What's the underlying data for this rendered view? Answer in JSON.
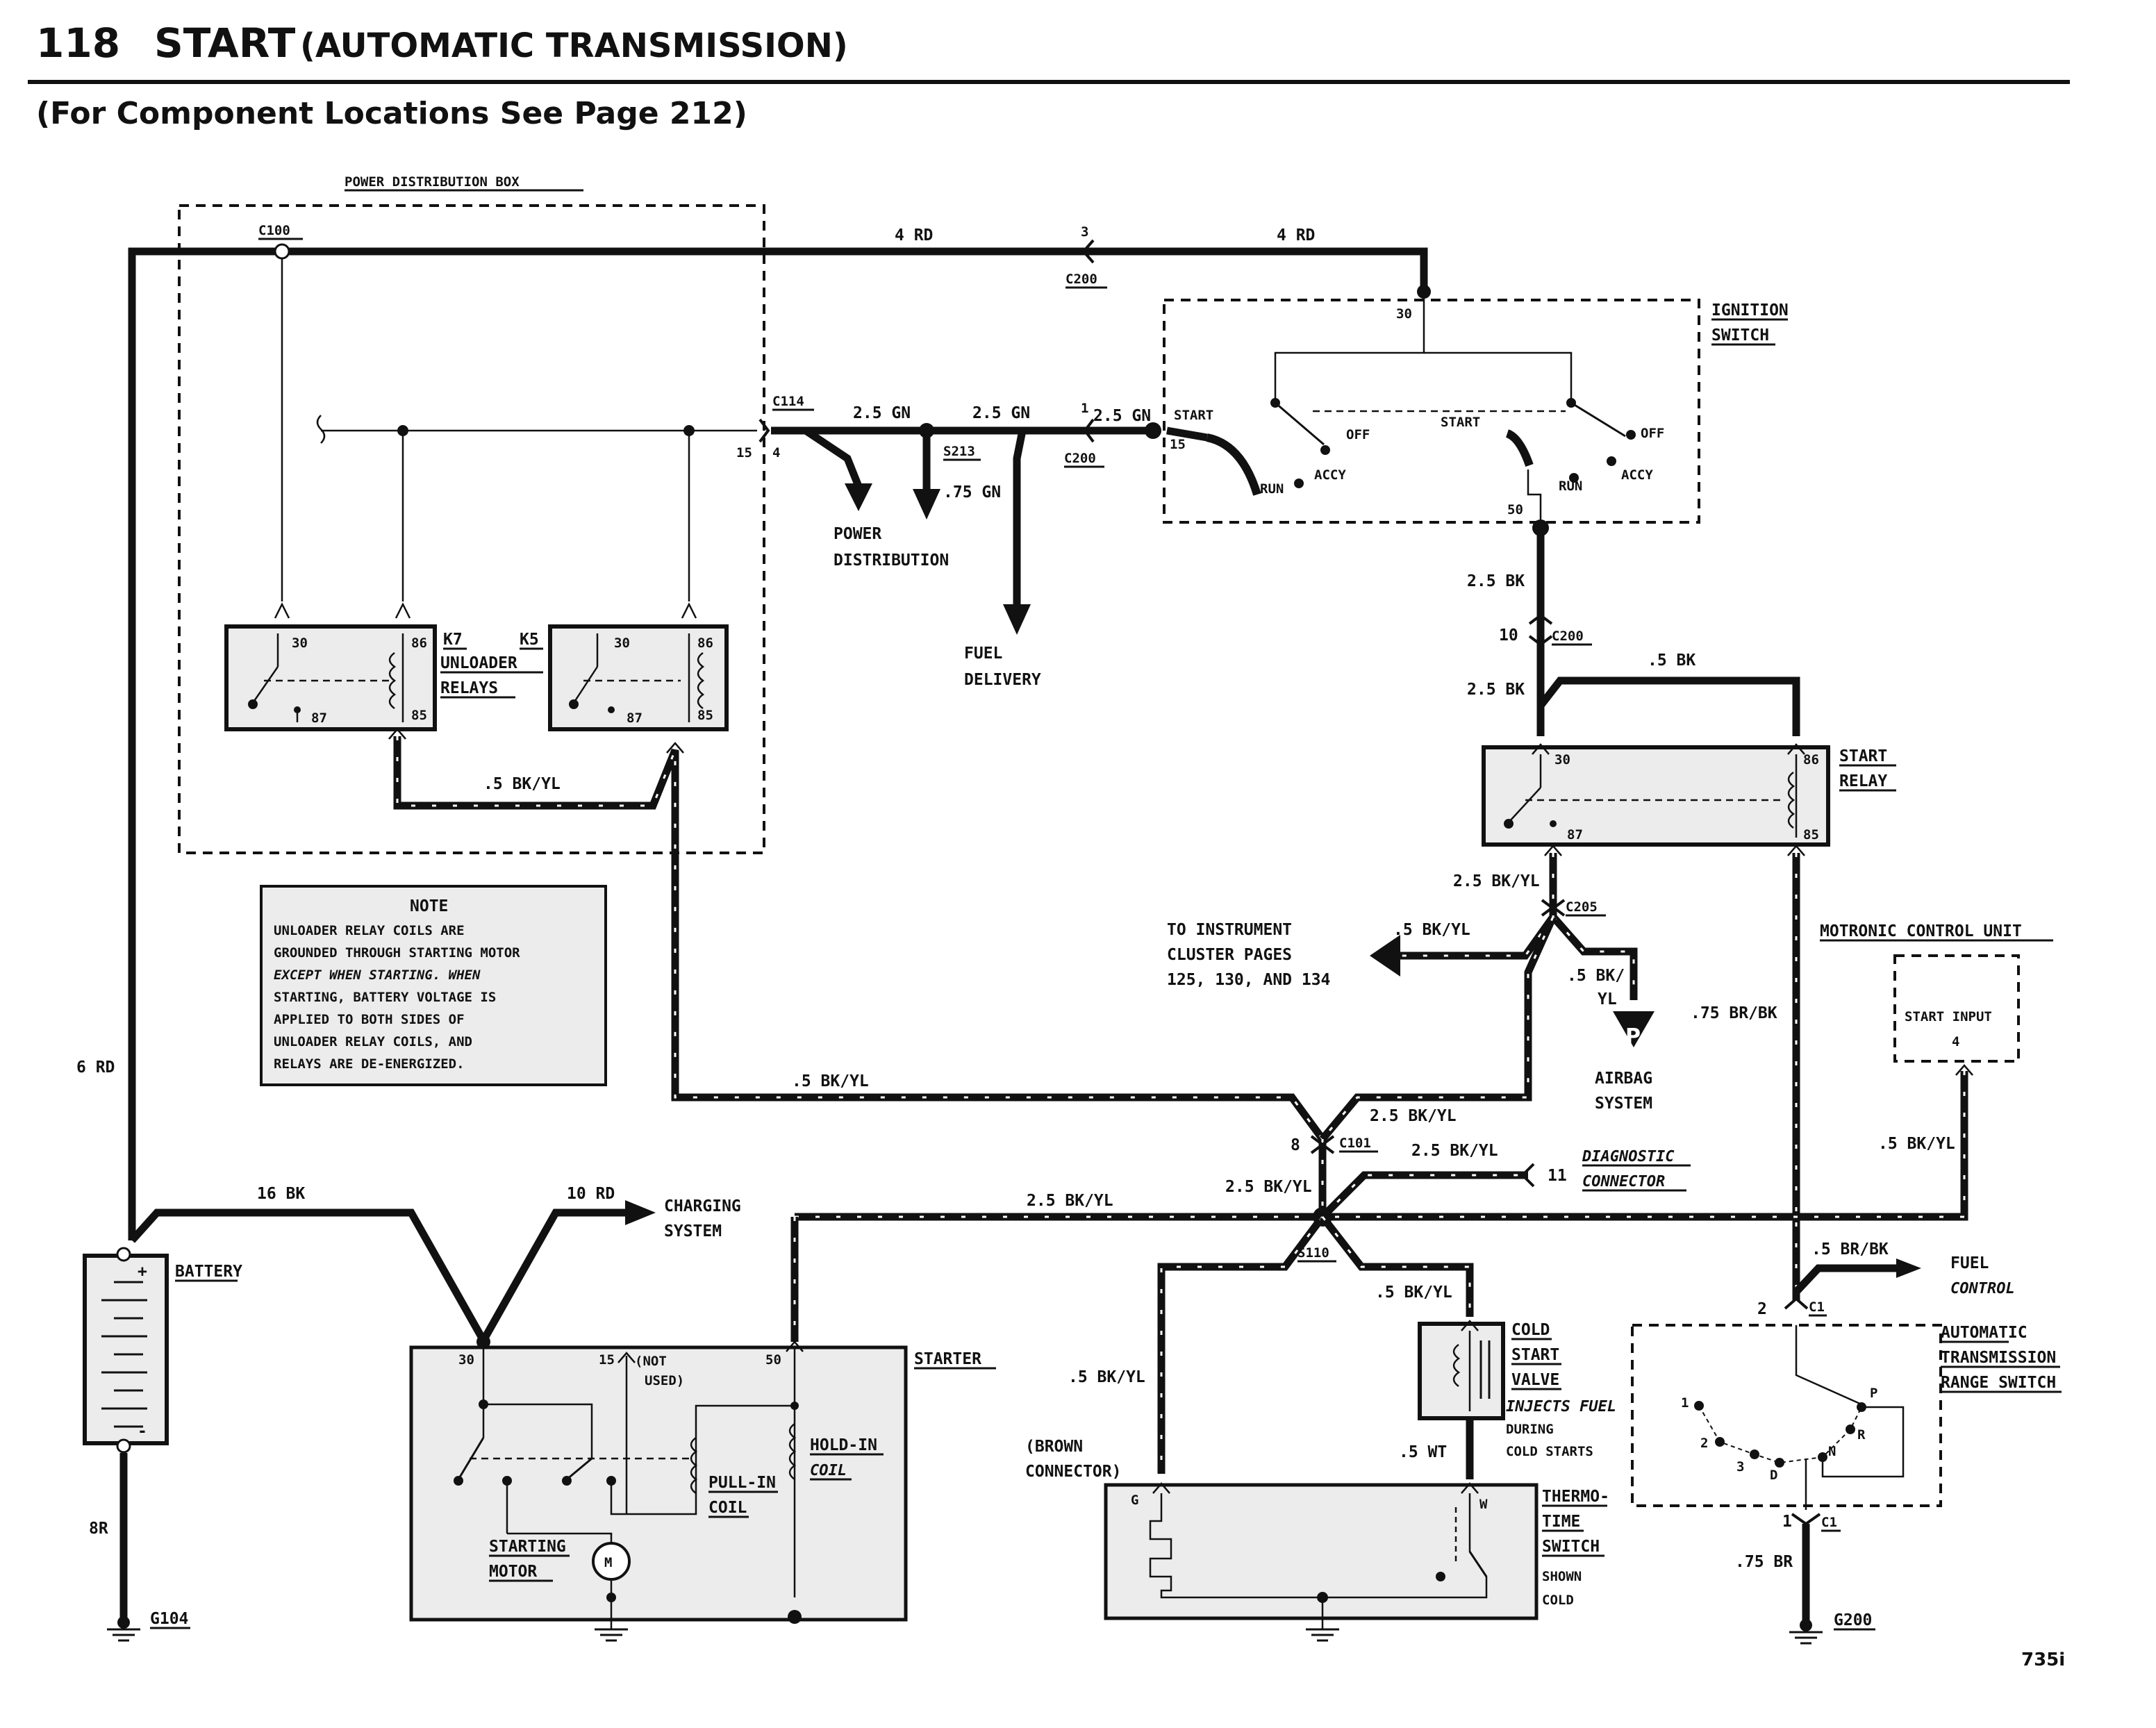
{
  "header": {
    "page_number": "118",
    "title": "START",
    "subtitle": "(AUTOMATIC TRANSMISSION)",
    "locations_note": "(For Component Locations See Page 212)"
  },
  "power_distribution_box": {
    "label": "POWER DISTRIBUTION BOX",
    "connector_c100": "C100",
    "relay_k7": "K7",
    "relay_k5": "K5",
    "relays_label_1": "UNLOADER",
    "relays_label_2": "RELAYS",
    "pin_30": "30",
    "pin_86": "86",
    "pin_87": "87",
    "pin_85": "85",
    "wire_bk_yl": ".5 BK/YL"
  },
  "wires": {
    "rd4_left": "4 RD",
    "rd4_right": "4 RD",
    "c200_pin3": "3",
    "c200_a": "C200",
    "c114": "C114",
    "c114_pin15": "15",
    "c114_pin4": "4",
    "gn_a": "2.5 GN",
    "gn_b": "2.5 GN",
    "gn_c": "2.5 GN",
    "c200_pin1": "1",
    "c200_b": "C200",
    "s213": "S213",
    "gn_075": ".75 GN",
    "power_dist_1": "POWER",
    "power_dist_2": "DISTRIBUTION",
    "fuel_delivery_1": "FUEL",
    "fuel_delivery_2": "DELIVERY",
    "rd6": "6 RD",
    "bk16": "16 BK",
    "rd10": "10 RD",
    "charging_1": "CHARGING",
    "charging_2": "SYSTEM",
    "br8": "8R",
    "g104": "G104",
    "bk_yl_25_mid": "2.5 BK/YL",
    "bk_yl_05_left": ".5 BK/YL",
    "bk_yl_25_right": "2.5 BK/YL",
    "c101_pin8": "8",
    "c101": "C101",
    "bk_yl_25_c101": "2.5 BK/YL",
    "bk_yl_25_diag": "2.5 BK/YL",
    "diag_pin11": "11",
    "diag_1": "DIAGNOSTIC",
    "diag_2": "CONNECTOR",
    "s110": "S110",
    "bk_yl_05_cold": ".5 BK/YL",
    "bk_yl_05_brown": ".5 BK/YL",
    "brown_1": "(BROWN",
    "brown_2": "CONNECTOR)",
    "wt05": ".5 WT",
    "bk_yl_05_motronic": ".5 BK/YL"
  },
  "ignition_switch": {
    "label_1": "IGNITION",
    "label_2": "SWITCH",
    "pin_30": "30",
    "pin_15": "15",
    "pin_50": "50",
    "start_a": "START",
    "off_a": "OFF",
    "run_a": "RUN",
    "accy_a": "ACCY",
    "start_b": "START",
    "off_b": "OFF",
    "run_b": "RUN",
    "accy_b": "ACCY"
  },
  "start_circuit": {
    "bk25_a": "2.5 BK",
    "c200_pin10": "10",
    "c200": "C200",
    "bk25_b": "2.5 BK",
    "bk05": ".5 BK",
    "relay_label_1": "START",
    "relay_label_2": "RELAY",
    "pin_30": "30",
    "pin_86": "86",
    "pin_87": "87",
    "pin_85": "85",
    "bk_yl_25": "2.5 BK/YL",
    "c205": "C205",
    "cluster_1": "TO INSTRUMENT",
    "cluster_2": "CLUSTER PAGES",
    "cluster_3": "125, 130, AND 134",
    "bk_yl_05": ".5 BK/YL",
    "s_marker": "S",
    "bk_yl_05b_1": ".5 BK/",
    "bk_yl_05b_2": "YL",
    "p_marker": "P",
    "airbag_1": "AIRBAG",
    "airbag_2": "SYSTEM",
    "br_bk_075": ".75 BR/BK"
  },
  "motronic": {
    "label": "MOTRONIC CONTROL UNIT",
    "input_label": "START INPUT",
    "pin_4": "4"
  },
  "trans_switch": {
    "br_bk_05": ".5 BR/BK",
    "fuel_control_1": "FUEL",
    "fuel_control_2": "CONTROL",
    "pin_2": "2",
    "c1_a": "C1",
    "label_1": "AUTOMATIC",
    "label_2": "TRANSMISSION",
    "label_3": "RANGE SWITCH",
    "pos_1": "1",
    "pos_2": "2",
    "pos_3": "3",
    "pos_d": "D",
    "pos_n": "N",
    "pos_r": "R",
    "pos_p": "P",
    "pin_1": "1",
    "c1_b": "C1",
    "br075": ".75 BR",
    "g200": "G200"
  },
  "battery": {
    "label": "BATTERY",
    "plus": "+",
    "minus": "-"
  },
  "starter": {
    "label": "STARTER",
    "pin_30": "30",
    "pin_15": "15",
    "not_used_1": "(NOT",
    "not_used_2": "USED)",
    "pin_50": "50",
    "hold_in_1": "HOLD-IN",
    "hold_in_2": "COIL",
    "pull_in_1": "PULL-IN",
    "pull_in_2": "COIL",
    "motor_1": "STARTING",
    "motor_2": "MOTOR",
    "motor_symbol": "M"
  },
  "cold_start": {
    "label_1": "COLD",
    "label_2": "START",
    "label_3": "VALVE",
    "desc_1": "INJECTS FUEL",
    "desc_2": "DURING",
    "desc_3": "COLD STARTS"
  },
  "thermo": {
    "label_1": "THERMO-",
    "label_2": "TIME",
    "label_3": "SWITCH",
    "shown_1": "SHOWN",
    "shown_2": "COLD",
    "pin_g": "G",
    "pin_w": "W"
  },
  "note": {
    "heading": "NOTE",
    "lines": [
      "UNLOADER RELAY COILS ARE",
      "GROUNDED THROUGH STARTING MOTOR",
      "EXCEPT WHEN STARTING. WHEN",
      "STARTING, BATTERY VOLTAGE IS",
      "APPLIED TO BOTH SIDES OF",
      "UNLOADER RELAY COILS, AND",
      "RELAYS ARE DE-ENERGIZED."
    ]
  },
  "footer": {
    "model": "735i"
  }
}
